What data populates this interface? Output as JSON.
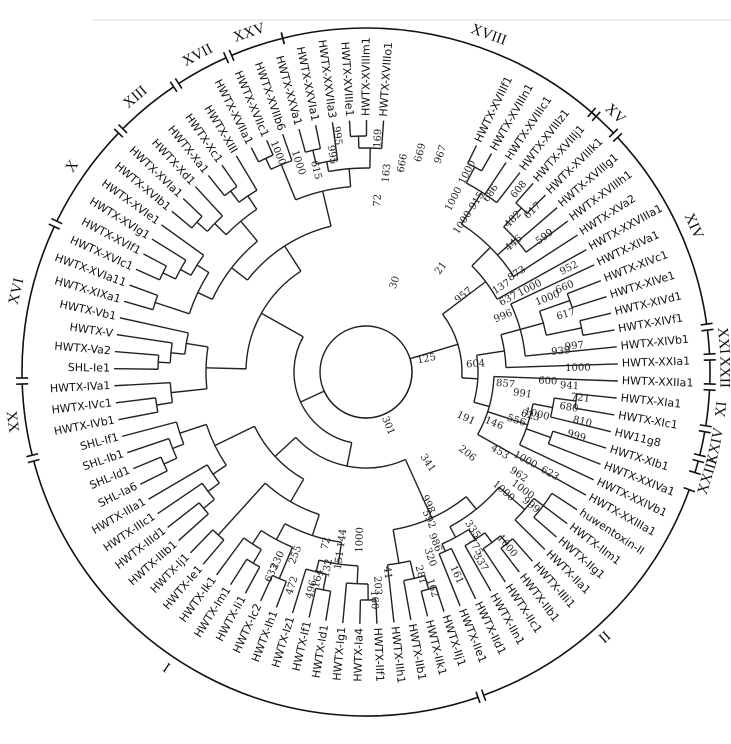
{
  "leaves": [
    "HWTX-XVIIIf1",
    "HWTX-XVIIIn1",
    "HWTX-XVIIIc1",
    "HWTX-XVIIIz1",
    "HWTX-XVIIIj1",
    "HWTX-XVIIIk1",
    "HWTX-XVIIIg1",
    "HWTX-XVIIIh1",
    "HWTX-XVa2",
    "HWTX-XXVIIIa1",
    "HWTX-XIVa1",
    "HWTX-XIVc1",
    "HWTX-XIVe1",
    "HWTX-XIVd1",
    "HWTX-XIVf1",
    "HWTX-XIVb1",
    "HWTX-XXIa1",
    "HWTX-XXIIa1",
    "HWTX-XIa1",
    "HWTX-XIc1",
    "HW11g8",
    "HWTX-XIb1",
    "HWTX-XXIVa1",
    "HWTX-XXIVb1",
    "HWTX-XXIIIa1",
    "huwentoxin-II",
    "HWTX-IIm1",
    "HWTX-IIg1",
    "HWTX-IIa1",
    "HWTX-IIIi1",
    "HWTX-IIb1",
    "HWTX-IIc1",
    "HWTX-IIn1",
    "HWTX-IId1",
    "HWTX-IIe1",
    "HWTX-IIj1",
    "HWTX-IIk1",
    "HWTX-IIb1",
    "HWTX-IIh1",
    "HWTX-IIf1",
    "HWTX-Ia4",
    "HWTX-Ig1",
    "HWTX-Id1",
    "HWTX-If1",
    "HWTX-Iz1",
    "HWTX-Ih1",
    "HWTX-Ic2",
    "HWTX-Ii1",
    "HWTX-Im1",
    "HWTX-Ik1",
    "HWTX-Ie1",
    "HWTX-Ij1",
    "HWTX-IIIb1",
    "HWTX-IIId1",
    "HWTX-IIIc1",
    "HWTX-IIIa1",
    "SHL-Ia6",
    "SHL-Id1",
    "SHL-Ib1",
    "SHL-If1",
    "HWTX-IVb1",
    "HWTX-IVc1",
    "HWTX-IVa1",
    "SHL-Ie1",
    "HWTX-Va2",
    "HWTX-V",
    "HWTX-Vb1",
    "HWTX-XIXa1",
    "HWTX-XVIa11",
    "HWTX-XVIc1",
    "HWTX-XVIf1",
    "HWTX-XVIg1",
    "HWTX-XVIe1",
    "HWTX-XVIb1",
    "HWTX-XVIa1",
    "HWTX-Xd1",
    "HWTX-Xa1",
    "HWTX-Xc1",
    "HWTX-XIII",
    "HWTX-XVIIa1",
    "HWTX-XVIIc1",
    "HWTX-XVIIb6",
    "HWTX-XXVa1",
    "HWTX-XXVIa1",
    "HWTX-XXVIIa3",
    "HWTX-XVIIIe1",
    "HWTX-XVIIIm1",
    "HWTX-XVIIIo1"
  ],
  "supports": [
    {
      "t": "608",
      "a": -50,
      "r": 238
    },
    {
      "t": "617",
      "a": -44,
      "r": 232
    },
    {
      "t": "482",
      "a": -46,
      "r": 212
    },
    {
      "t": "599",
      "a": -37,
      "r": 224
    },
    {
      "t": "446",
      "a": -41,
      "r": 196
    },
    {
      "t": "952",
      "a": -27,
      "r": 228
    },
    {
      "t": "873",
      "a": -33,
      "r": 180
    },
    {
      "t": "660",
      "a": -23,
      "r": 216
    },
    {
      "t": "637",
      "a": -27,
      "r": 160
    },
    {
      "t": "996",
      "a": -22,
      "r": 148
    },
    {
      "t": "957",
      "a": -38,
      "r": 124
    },
    {
      "t": "21",
      "a": -54,
      "r": 128
    },
    {
      "t": "997",
      "a": -7,
      "r": 210
    },
    {
      "t": "600",
      "a": 3,
      "r": 182
    },
    {
      "t": "721",
      "a": 7,
      "r": 216
    },
    {
      "t": "991",
      "a": 8,
      "r": 158
    },
    {
      "t": "1000",
      "a": 14,
      "r": 176
    },
    {
      "t": "999",
      "a": 17,
      "r": 220
    },
    {
      "t": "556",
      "a": 18,
      "r": 158
    },
    {
      "t": "146",
      "a": 22,
      "r": 138
    },
    {
      "t": "623",
      "a": 29,
      "r": 210
    },
    {
      "t": "1000",
      "a": 29,
      "r": 182
    },
    {
      "t": "453",
      "a": 31,
      "r": 156
    },
    {
      "t": "1000",
      "a": 41,
      "r": 182
    },
    {
      "t": "206",
      "a": 39,
      "r": 130
    },
    {
      "t": "230",
      "a": 115,
      "r": 208
    },
    {
      "t": "255",
      "a": 111,
      "r": 196
    },
    {
      "t": "633",
      "a": 115,
      "r": 222
    },
    {
      "t": "472",
      "a": 109,
      "r": 226
    },
    {
      "t": "496",
      "a": 104,
      "r": 224
    },
    {
      "t": "164",
      "a": 103,
      "r": 212
    },
    {
      "t": "132",
      "a": 101,
      "r": 200
    },
    {
      "t": "151",
      "a": 98,
      "r": 190
    },
    {
      "t": "72",
      "a": 103,
      "r": 176
    },
    {
      "t": "144",
      "a": 98,
      "r": 168
    },
    {
      "t": "1000",
      "a": 92,
      "r": 168
    },
    {
      "t": "203",
      "a": 87,
      "r": 214
    },
    {
      "t": "160",
      "a": 88,
      "r": 228
    },
    {
      "t": "41",
      "a": 84,
      "r": 202
    },
    {
      "t": "162",
      "a": 73,
      "r": 226
    },
    {
      "t": "281",
      "a": 75,
      "r": 210
    },
    {
      "t": "320",
      "a": 71,
      "r": 196
    },
    {
      "t": "986",
      "a": 68,
      "r": 184
    },
    {
      "t": "161",
      "a": 66,
      "r": 222
    },
    {
      "t": "337",
      "a": 59,
      "r": 222
    },
    {
      "t": "775",
      "a": 58,
      "r": 206
    },
    {
      "t": "335",
      "a": 56,
      "r": 190
    },
    {
      "t": "592",
      "a": 67,
      "r": 160
    },
    {
      "t": "998",
      "a": 65,
      "r": 146
    },
    {
      "t": "1000",
      "a": 51,
      "r": 224
    },
    {
      "t": "999",
      "a": 39,
      "r": 212
    },
    {
      "t": "1000",
      "a": 37,
      "r": 196
    },
    {
      "t": "962",
      "a": 34,
      "r": 184
    },
    {
      "t": "341",
      "a": 56,
      "r": 110
    },
    {
      "t": "810",
      "a": 13,
      "r": 222
    },
    {
      "t": "680",
      "a": 10,
      "r": 206
    },
    {
      "t": "941",
      "a": 4,
      "r": 204
    },
    {
      "t": "623",
      "a": 15,
      "r": 170
    },
    {
      "t": "191",
      "a": 25,
      "r": 110
    },
    {
      "t": "1000",
      "a": -1,
      "r": 212
    },
    {
      "t": "939",
      "a": -6,
      "r": 196
    },
    {
      "t": "857",
      "a": 5,
      "r": 140
    },
    {
      "t": "617",
      "a": -16,
      "r": 208
    },
    {
      "t": "1000",
      "a": -22,
      "r": 196
    },
    {
      "t": "1000",
      "a": -27,
      "r": 184
    },
    {
      "t": "137",
      "a": -32,
      "r": 160
    },
    {
      "t": "604",
      "a": -4,
      "r": 110
    },
    {
      "t": "125",
      "a": -12,
      "r": 62
    },
    {
      "t": "301",
      "a": 68,
      "r": 58
    },
    {
      "t": "686",
      "a": -55,
      "r": 218
    },
    {
      "t": "915",
      "a": -57,
      "r": 204
    },
    {
      "t": "1000",
      "a": -63,
      "r": 224
    },
    {
      "t": "1000",
      "a": -63,
      "r": 194
    },
    {
      "t": "1000",
      "a": -57,
      "r": 178
    },
    {
      "t": "967",
      "a": -71,
      "r": 230
    },
    {
      "t": "669",
      "a": -76,
      "r": 226
    },
    {
      "t": "666",
      "a": -80,
      "r": 212
    },
    {
      "t": "163",
      "a": -84,
      "r": 200
    },
    {
      "t": "169",
      "a": -87,
      "r": 234
    },
    {
      "t": "72",
      "a": -86,
      "r": 172
    },
    {
      "t": "30",
      "a": -72,
      "r": 94
    },
    {
      "t": "995",
      "a": -97,
      "r": 238
    },
    {
      "t": "995",
      "a": -99,
      "r": 220
    },
    {
      "t": "615",
      "a": -104,
      "r": 208
    },
    {
      "t": "1000",
      "a": -108,
      "r": 220
    },
    {
      "t": "1000",
      "a": -112,
      "r": 236
    }
  ],
  "clades": [
    {
      "label": "XVIII",
      "a0": -104,
      "a1": -48,
      "la": -70
    },
    {
      "label": "XV",
      "a0": -49,
      "a1": -44,
      "la": -46
    },
    {
      "label": "XIV",
      "a0": -43,
      "a1": -8,
      "la": -24
    },
    {
      "label": "XXI",
      "a0": -7,
      "a1": -3,
      "la": -5
    },
    {
      "label": "XXII",
      "a0": -2,
      "a1": 2,
      "la": 0
    },
    {
      "label": "XI",
      "a0": 3,
      "a1": 9,
      "la": 6
    },
    {
      "label": "XXIV",
      "a0": 10,
      "a1": 14,
      "la": 12
    },
    {
      "label": "XXIII",
      "a0": 15,
      "a1": 17,
      "la": 17
    },
    {
      "label": "II",
      "a0": 20,
      "a1": 70,
      "la": 48
    },
    {
      "label": "I",
      "a0": 71,
      "a1": 165,
      "la": 124
    },
    {
      "label": "XX",
      "a0": 166,
      "a1": 178,
      "la": 172
    },
    {
      "label": "XVI",
      "a0": 179,
      "a1": 205,
      "la": 193
    },
    {
      "label": "X",
      "a0": 206,
      "a1": 224,
      "la": 215
    },
    {
      "label": "XIII",
      "a0": 225,
      "a1": 236,
      "la": 230
    },
    {
      "label": "XVII",
      "a0": 237,
      "a1": 246,
      "la": 242
    },
    {
      "label": "XXV",
      "a0": 247,
      "a1": 256,
      "la": 251
    }
  ]
}
